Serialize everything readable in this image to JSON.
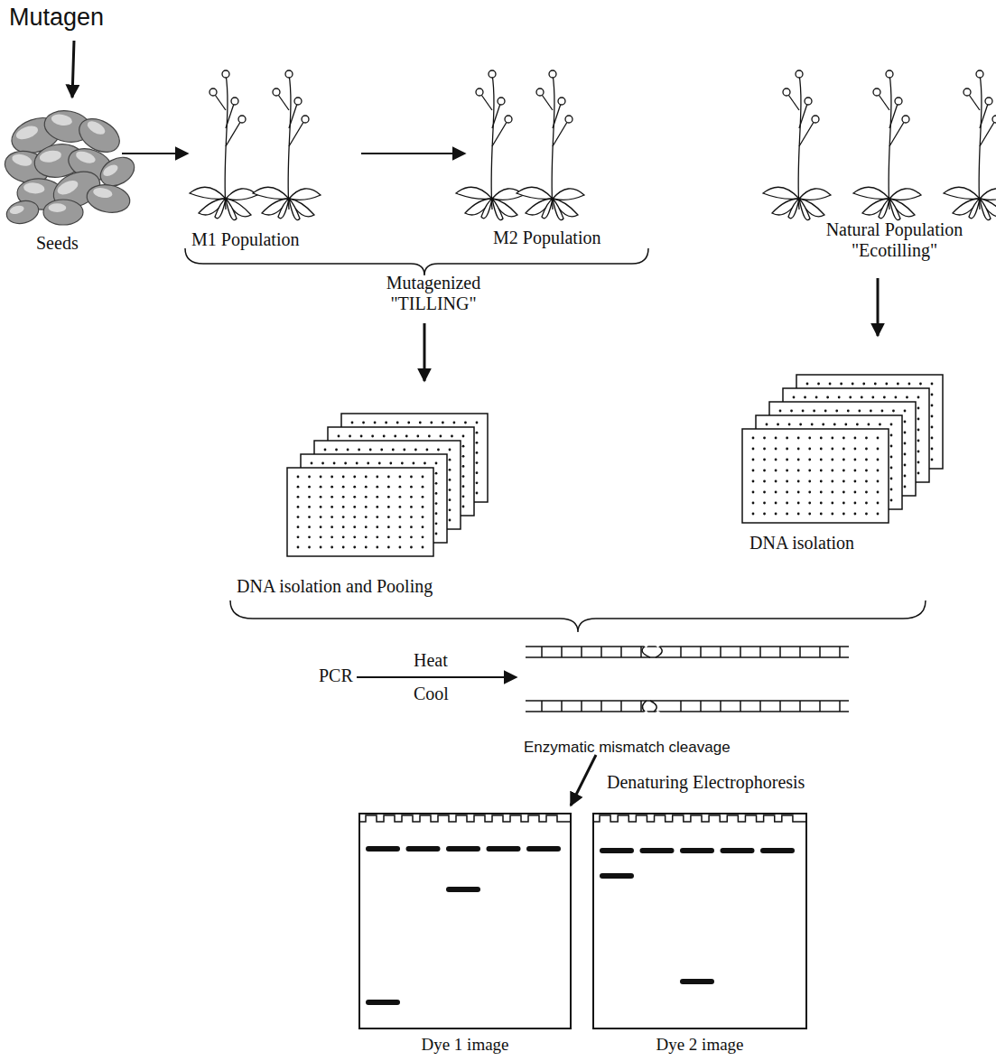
{
  "diagram": {
    "nodes": [
      {
        "text": [
          "Dye 1 image"
        ]
      },
      {
        "text": [
          "Dye 2 image"
        ]
      }
    ],
    "labels": [
      "Mutagen",
      "Seeds",
      "M1 Population",
      "M2 Population",
      "Natural Population \"Ecotilling\"",
      "Mutagenized \"TILLING\"",
      "DNA isolation",
      "DNA isolation and Pooling",
      "PCR",
      "Heat",
      "Cool",
      "Enzymatic mismatch cleavage",
      "Denaturing Electrophoresis"
    ]
  }
}
